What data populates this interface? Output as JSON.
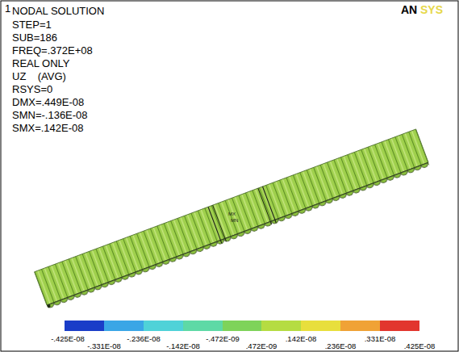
{
  "diagram": {
    "labels": [
      "1",
      "NODAL SOLUTION",
      "STEP=1",
      "SUB=186",
      "FREQ=.372E+08",
      "REAL ONLY",
      "UZ    (AVG)",
      "RSYS=0",
      "DMX=.449E-08",
      "SMN=-.136E-08",
      "SMX=.142E-08",
      "AN",
      "SYS",
      "MX",
      "MN",
      "-.425E-08",
      "-.331E-08",
      "-.236E-08",
      "-.142E-08",
      "-.472E-09",
      ".472E-09",
      ".142E-08",
      ".236E-08",
      ".331E-08",
      ".425E-08"
    ]
  }
}
